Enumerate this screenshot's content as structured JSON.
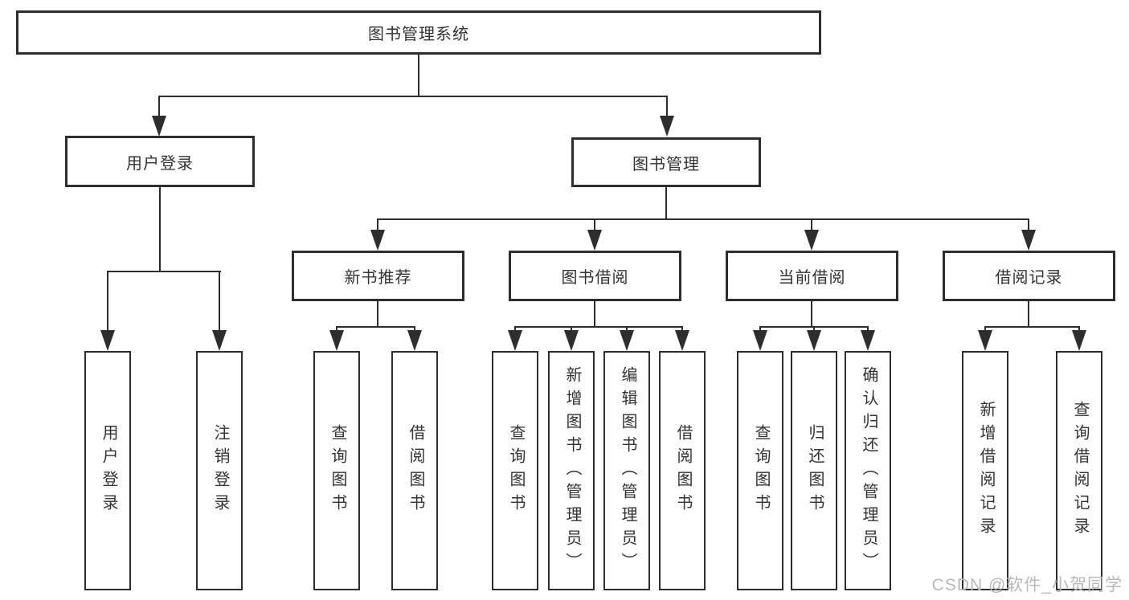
{
  "diagram": {
    "root": "图书管理系统",
    "level2": {
      "user_login": "用户登录",
      "book_management": "图书管理"
    },
    "level3": {
      "new_book_recommend": "新书推荐",
      "book_borrow": "图书借阅",
      "current_borrow": "当前借阅",
      "borrow_records": "借阅记录"
    },
    "leaves": {
      "login": [
        "用户登录",
        "注销登录"
      ],
      "recommend": [
        "查询图书",
        "借阅图书"
      ],
      "borrow": [
        "查询图书",
        "新增图书（管理员）",
        "编辑图书（管理员）",
        "借阅图书"
      ],
      "current": [
        "查询图书",
        "归还图书",
        "确认归还（管理员）"
      ],
      "records": [
        "新增借阅记录",
        "查询借阅记录"
      ]
    }
  },
  "watermark": {
    "text": "CSDN @软件_小贺同学",
    "color": "#b9b9b9"
  },
  "colors": {
    "line": "#2e2e2e",
    "text": "#333333",
    "background": "#ffffff"
  }
}
